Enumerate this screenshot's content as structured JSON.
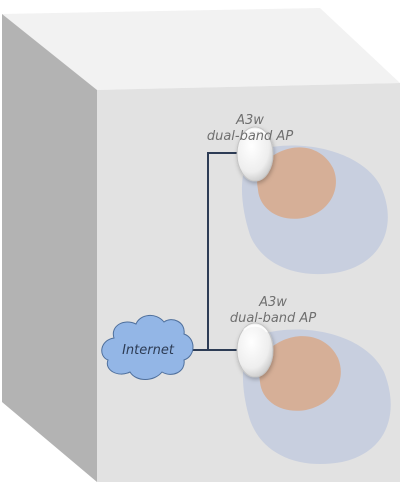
{
  "access_points": [
    {
      "name_line1": "A3w",
      "name_line2": "dual-band AP"
    },
    {
      "name_line1": "A3w",
      "name_line2": "dual-band AP"
    }
  ],
  "internet": {
    "label": "Internet"
  },
  "colors": {
    "cube_front": "#e2e2e2",
    "cube_top": "#f2f2f2",
    "cube_side": "#b3b3b3",
    "coverage_outer": "#c6cede",
    "coverage_inner": "#d7ad92",
    "cloud_fill": "#93b6e6",
    "cable": "#2d3c55"
  }
}
